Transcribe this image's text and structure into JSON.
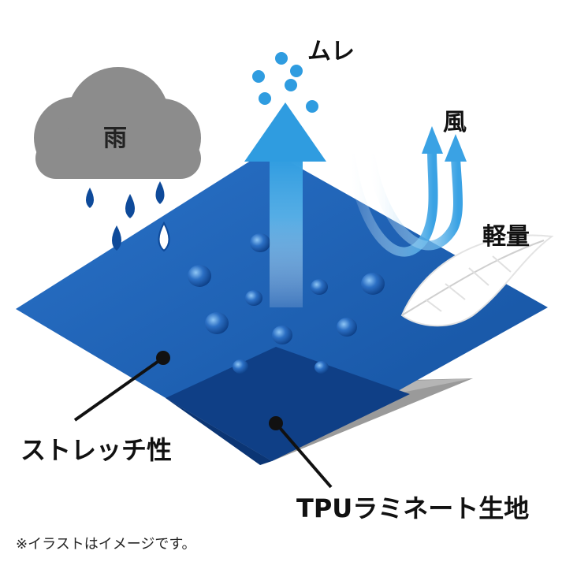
{
  "labels": {
    "rain": "雨",
    "moisture": "ムレ",
    "wind": "風",
    "lightweight": "軽量",
    "stretch": "ストレッチ性",
    "tpu": "TPUラミネート生地",
    "note": "※イラストはイメージです。"
  },
  "colors": {
    "fabric_top": "#1b5fb4",
    "fabric_deep": "#0f3f86",
    "underside": "#9a9a9a",
    "cloud": "#8c8c8c",
    "drop": "#0e4a9a",
    "arrow": "#2f9ce0"
  },
  "icons": [
    "cloud-icon",
    "raindrop-icon",
    "up-arrow-icon",
    "wind-arrow-icon",
    "feather-icon",
    "water-bead-icon"
  ]
}
